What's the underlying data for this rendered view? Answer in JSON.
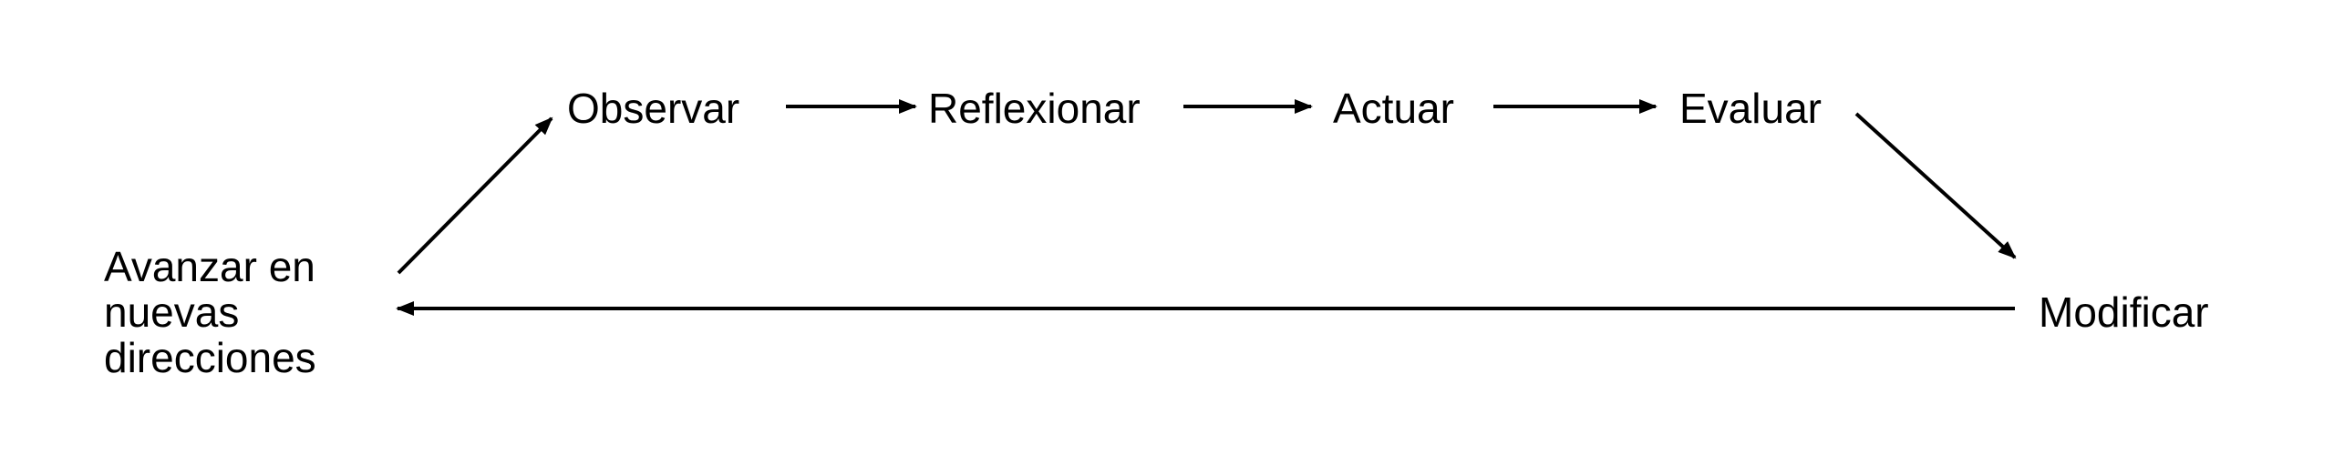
{
  "diagram": {
    "nodes": {
      "observar": "Observar",
      "reflexionar": "Reflexionar",
      "actuar": "Actuar",
      "evaluar": "Evaluar",
      "modificar": "Modificar",
      "avanzar": [
        "Avanzar en",
        "nuevas",
        "direcciones"
      ]
    },
    "edges": [
      {
        "from": "avanzar",
        "to": "observar"
      },
      {
        "from": "observar",
        "to": "reflexionar"
      },
      {
        "from": "reflexionar",
        "to": "actuar"
      },
      {
        "from": "actuar",
        "to": "evaluar"
      },
      {
        "from": "evaluar",
        "to": "modificar"
      },
      {
        "from": "modificar",
        "to": "avanzar"
      }
    ]
  }
}
